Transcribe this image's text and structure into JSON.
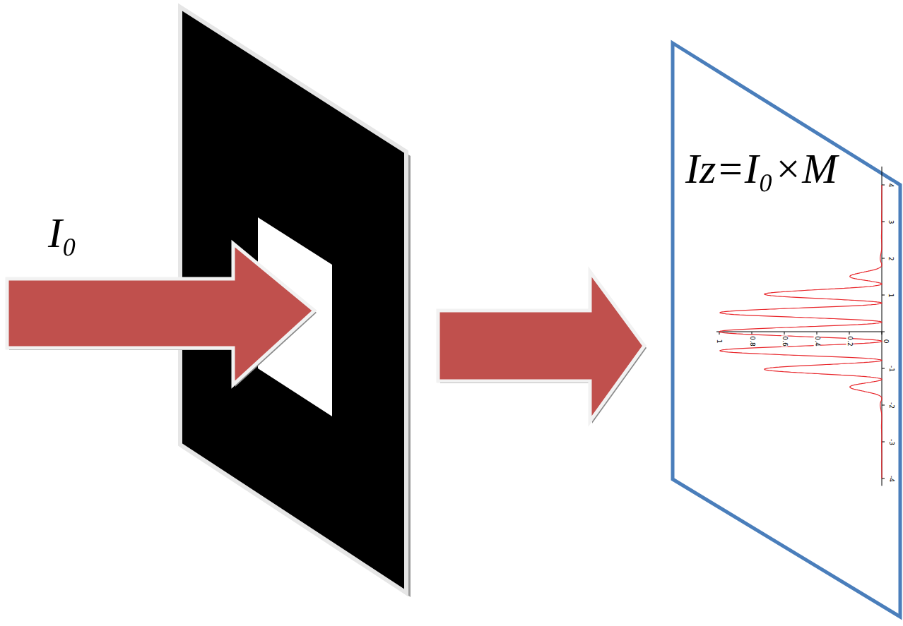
{
  "diagram": {
    "nodes": [
      {
        "text": [
          "Iz=I₀×M"
        ]
      }
    ],
    "labels": [
      "I₀",
      "4",
      "3",
      "2",
      "1",
      "-1",
      "-2",
      "-3",
      "-4",
      "1",
      "0.8",
      "0.6",
      "0.4",
      "0.2",
      "0"
    ]
  }
}
